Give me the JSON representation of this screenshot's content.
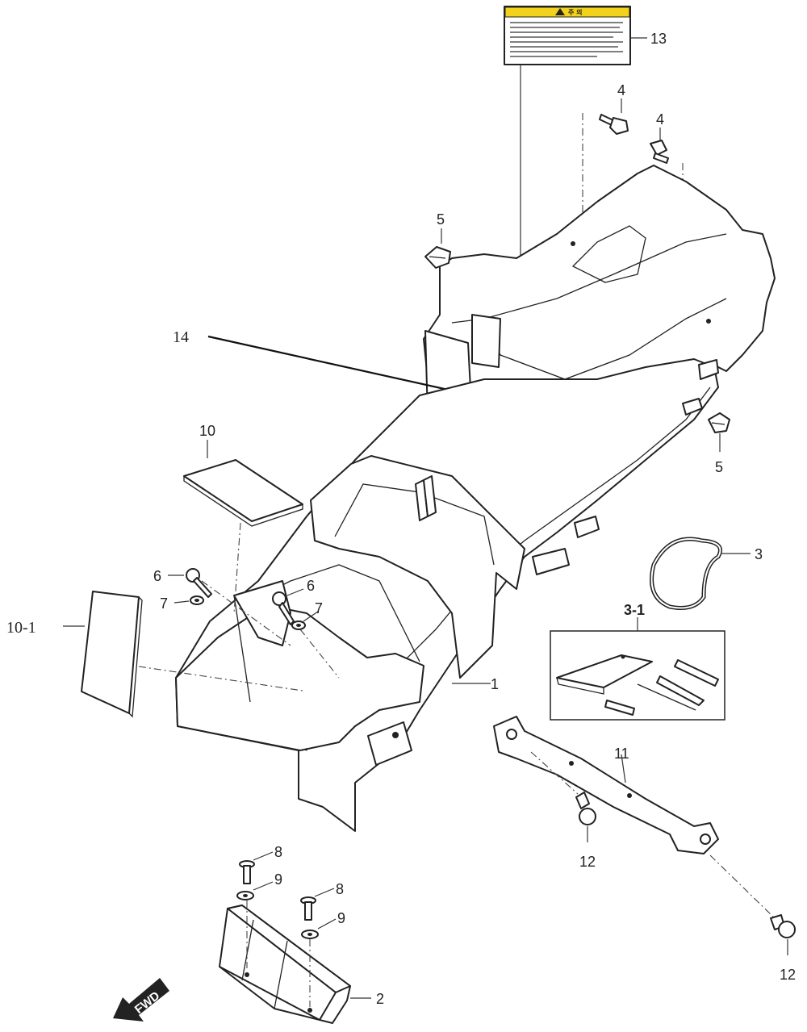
{
  "diagram": {
    "direction_label": "FWD",
    "warning_label_header": "주 의",
    "callouts": {
      "c1": "1",
      "c2": "2",
      "c3": "3",
      "c3_1": "3-1",
      "c4a": "4",
      "c4b": "4",
      "c5a": "5",
      "c5b": "5",
      "c6a": "6",
      "c6b": "6",
      "c7a": "7",
      "c7b": "7",
      "c8a": "8",
      "c8b": "8",
      "c9a": "9",
      "c9b": "9",
      "c10": "10",
      "c10_1": "10-1",
      "c11": "11",
      "c12a": "12",
      "c12b": "12",
      "c13": "13",
      "c14": "14"
    }
  }
}
